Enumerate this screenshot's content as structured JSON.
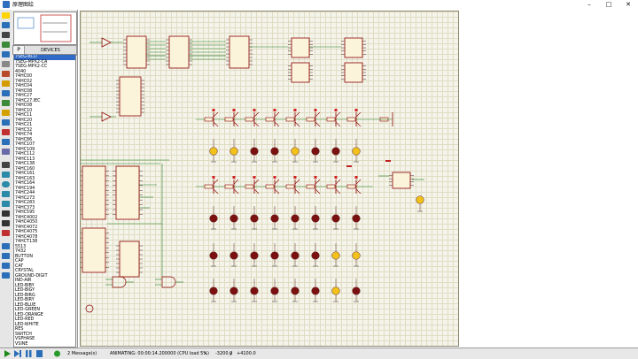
{
  "window": {
    "title": "原理图绘"
  },
  "status": {
    "messages": "2 Message(s)",
    "animation": "ANIMATING: 00:00:14.200000 (CPU load 5%)",
    "x_label": "x",
    "x_value": "-3200.0",
    "y_label": "y",
    "y_value": "+4100.0"
  },
  "devices": {
    "header": "DEVICES",
    "items": [
      "7SEG-BCD",
      "7SEG-MPX2-CA",
      "7SEG-MPX2-CC",
      "4040",
      "74HC00",
      "74HC02",
      "74HC04",
      "74HC08",
      "74HC27",
      "74HC27.IEC",
      "74HC08",
      "74HC10",
      "74HC11",
      "74HC20",
      "74HC21",
      "74HC32",
      "74HC74",
      "74HC86",
      "74HC107",
      "74HC109",
      "74HC112",
      "74HC113",
      "74HC138",
      "74HC160",
      "74HC161",
      "74HC163",
      "74HC164",
      "74HC194",
      "74HC244",
      "74HC273",
      "74HC283",
      "74HC373",
      "74HC595",
      "74HC4002",
      "74HC4050",
      "74HC4072",
      "74HC4075",
      "74HC4078",
      "74HCT138",
      "5513",
      "7432",
      "BUTTON",
      "CAP",
      "CAT",
      "CRYSTAL",
      "GROUND-DIGIT",
      "IND-AIR",
      "LED-BIBY",
      "LED-BIGY",
      "LED-BIRG",
      "LED-BIRY",
      "LED-BLUE",
      "LED-GREEN",
      "LED-ORANGE",
      "LED-RED",
      "LED-WHITE",
      "RES",
      "SWITCH",
      "VSPHASE",
      "VSINE"
    ],
    "selected_index": 0
  },
  "colors": {
    "wire": "#1e7a1e",
    "part": "#8b0000",
    "pin": "#5a2a2a",
    "led_on": "#f2c21a",
    "led_off": "#7a1010",
    "select": "#3169c6"
  }
}
